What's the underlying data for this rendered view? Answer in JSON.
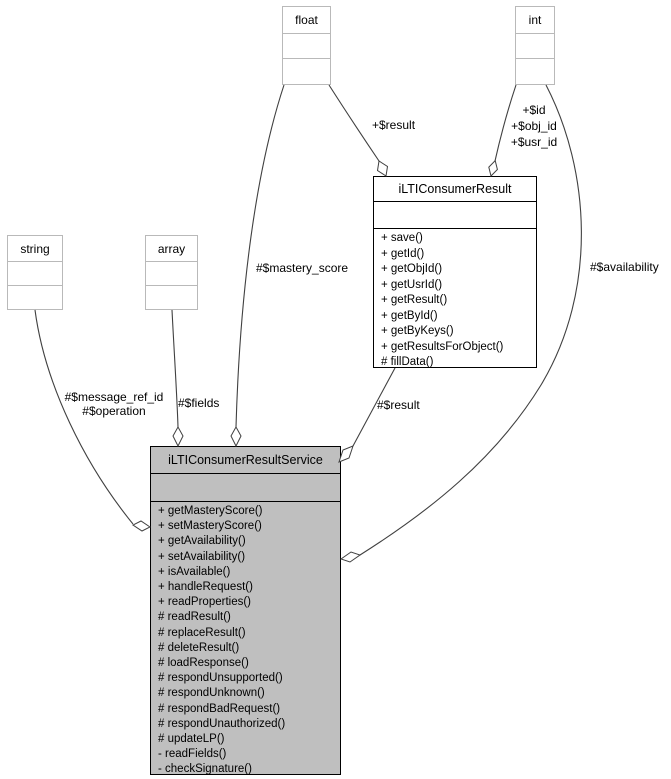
{
  "diagram": {
    "classes": {
      "float": {
        "name": "float"
      },
      "int": {
        "name": "int"
      },
      "string": {
        "name": "string"
      },
      "array": {
        "name": "array"
      },
      "result": {
        "name": "iLTIConsumerResult",
        "methods": [
          "+ save()",
          "+ getId()",
          "+ getObjId()",
          "+ getUsrId()",
          "+ getResult()",
          "+ getById()",
          "+ getByKeys()",
          "+ getResultsForObject()",
          "# fillData()"
        ]
      },
      "service": {
        "name": "iLTIConsumerResultService",
        "methods": [
          "+ getMasteryScore()",
          "+ setMasteryScore()",
          "+ getAvailability()",
          "+ setAvailability()",
          "+ isAvailable()",
          "+ handleRequest()",
          "+ readProperties()",
          "# readResult()",
          "# replaceResult()",
          "# deleteResult()",
          "# loadResponse()",
          "# respondUnsupported()",
          "# respondUnknown()",
          "# respondBadRequest()",
          "# respondUnauthorized()",
          "# updateLP()",
          "- readFields()",
          "- checkSignature()"
        ]
      }
    },
    "edge_labels": {
      "result_from_float": "+$result",
      "int_ids": [
        "+$id",
        "+$obj_id",
        "+$usr_id"
      ],
      "mastery_score": "#$mastery_score",
      "availability": "#$availability",
      "message_ref_id": "#$message_ref_id",
      "operation": "#$operation",
      "fields": "#$fields",
      "result_to_service": "#$result"
    },
    "colors": {
      "service_fill": "#bfbfbf",
      "class_border": "#000000",
      "primitive_border": "#b9b9b9",
      "edge": "#404040",
      "background": "#ffffff"
    }
  }
}
